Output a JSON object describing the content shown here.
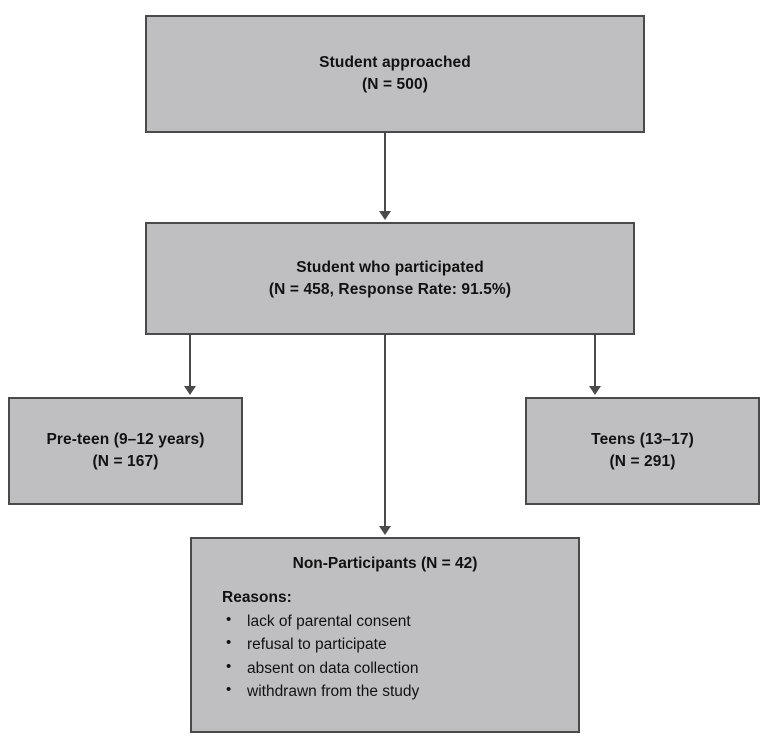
{
  "diagram": {
    "type": "participant-flow-chart",
    "colors": {
      "node_fill": "#bfbfc1",
      "node_border": "#4a4a4a",
      "connector": "#4a4a4a",
      "background": "#ffffff",
      "text": "#111111"
    },
    "nodes": {
      "approached": {
        "title": "Student approached",
        "count_label": "(N = 500)",
        "n": 500
      },
      "participated": {
        "title": "Student who participated",
        "count_label": "(N = 458, Response Rate: 91.5%)",
        "n": 458,
        "response_rate": "91.5%"
      },
      "preteen": {
        "title": "Pre-teen (9–12 years)",
        "count_label": "(N = 167)",
        "n": 167
      },
      "teens": {
        "title": "Teens (13–17)",
        "count_label": "(N = 291)",
        "n": 291
      },
      "non_participants": {
        "heading": "Non-Participants (N = 42)",
        "n": 42,
        "reasons_label": "Reasons:",
        "reasons": [
          "lack of parental consent",
          "refusal to participate",
          "absent on data collection",
          "withdrawn from the study"
        ]
      }
    }
  }
}
